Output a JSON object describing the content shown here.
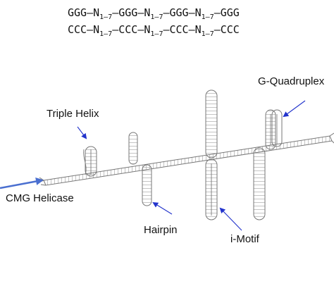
{
  "sequences": {
    "g_rich": {
      "run": "GGG",
      "spacer_base": "N",
      "spacer_range": "1–7"
    },
    "c_rich": {
      "run": "CCC",
      "spacer_base": "N",
      "spacer_range": "1–7"
    }
  },
  "labels": {
    "triple_helix": "Triple Helix",
    "g_quadruplex": "G-Quadruplex",
    "cmg_helicase": "CMG Helicase",
    "hairpin": "Hairpin",
    "i_motif": "i-Motif"
  },
  "colors": {
    "arrow_blue": "#2233cc",
    "helicase_arrow": "#4a6fd0",
    "dna_outline": "#777777"
  }
}
